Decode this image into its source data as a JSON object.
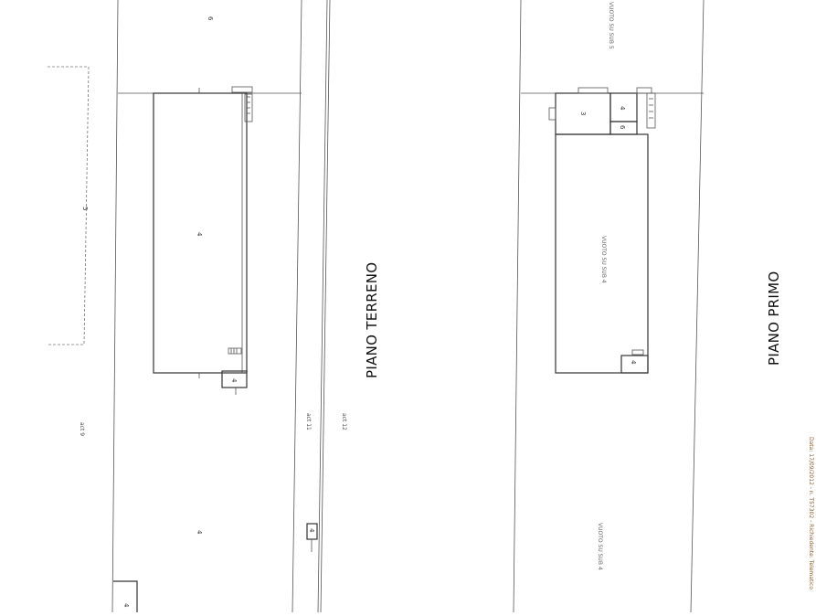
{
  "floors": {
    "ground": {
      "title": "PIANO TERRENO"
    },
    "first": {
      "title": "PIANO PRIMO"
    }
  },
  "labels": {
    "sub_top_left": "6",
    "sub_dashed_area": "5",
    "sub_building_ground": "4",
    "sub_small_ground": "4",
    "sub_bottom_ground": "4",
    "sub_bottom_corner": "4",
    "sub_small_right": "4",
    "act_left": "act 9",
    "act_mid": "act 11",
    "act_right": "act 12",
    "sub_room_3": "3",
    "sub_room_4": "4",
    "sub_room_6": "6",
    "sub_small_first": "4",
    "void_top": "VUOTO SU SUB 5",
    "void_main": "VUOTO SU SUB 4",
    "void_lower": "VUOTO SU SUB 4",
    "margin_note": "Data: 17/09/2012 - n. T57302 - Richiedente: Telematico"
  }
}
